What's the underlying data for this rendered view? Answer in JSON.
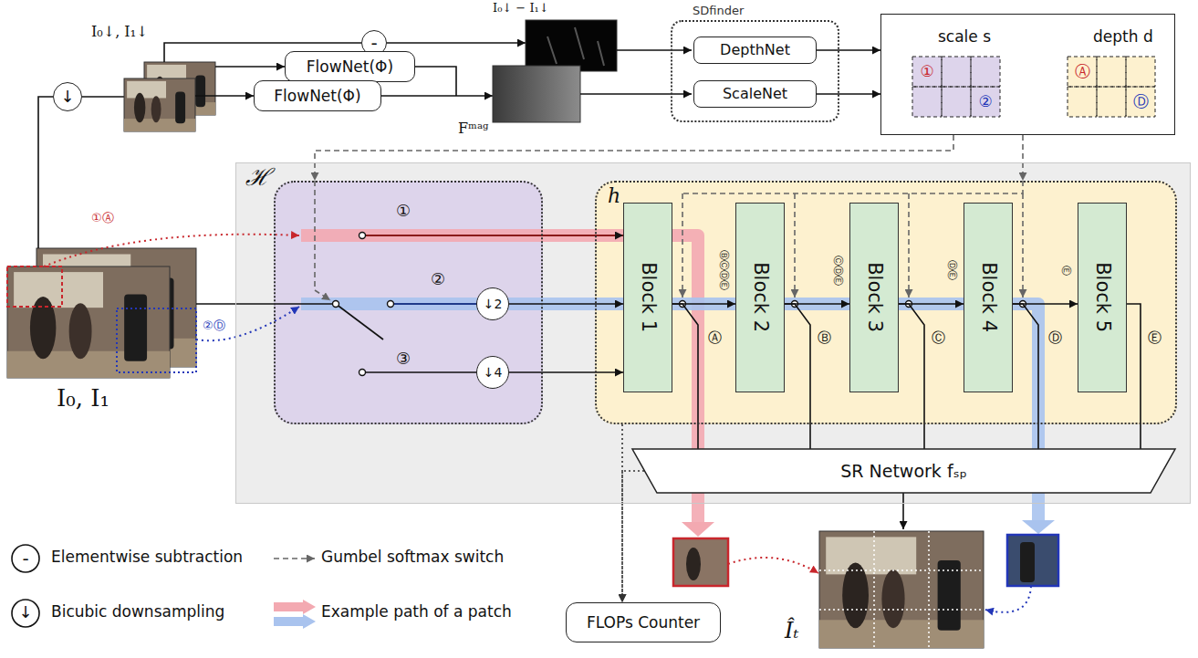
{
  "diagram": {
    "nodes": [
      {
        "text": [
          "↓"
        ]
      },
      {
        "text": [
          "-"
        ]
      },
      {
        "text": [
          "FlowNet(Φ)"
        ]
      },
      {
        "text": [
          "FlowNet(Φ)"
        ]
      },
      {
        "text": [
          "SDfinder"
        ]
      },
      {
        "text": [
          "DepthNet"
        ],
        "in": 4
      },
      {
        "text": [
          "ScaleNet"
        ],
        "in": 4
      },
      {
        "text": [
          "scale s",
          "depth d"
        ]
      },
      {
        "text": [
          "ℋ"
        ]
      },
      {
        "text": [
          "①",
          "②",
          "③"
        ],
        "in": 8
      },
      {
        "text": [
          "↓2"
        ],
        "in": 9
      },
      {
        "text": [
          "↓4"
        ],
        "in": 9
      },
      {
        "text": [
          "h"
        ],
        "in": 8
      },
      {
        "text": [
          "Block 1"
        ],
        "in": 12
      },
      {
        "text": [
          "Block 2"
        ],
        "in": 12
      },
      {
        "text": [
          "Block 3"
        ],
        "in": 12
      },
      {
        "text": [
          "Block 4"
        ],
        "in": 12
      },
      {
        "text": [
          "Block 5"
        ],
        "in": 12
      },
      {
        "text": [
          "SR Network fₛₚ"
        ],
        "in": 8
      },
      {
        "text": [
          "FLOPs Counter"
        ]
      }
    ],
    "edges": [
      {
        "from": 5,
        "to": 7,
        "arrow": "to"
      },
      {
        "from": 6,
        "to": 7,
        "arrow": "to"
      },
      {
        "from": 10,
        "to": 13,
        "arrow": "to"
      },
      {
        "from": 11,
        "to": 13,
        "arrow": "to"
      },
      {
        "from": 13,
        "to": 14,
        "arrow": "to"
      },
      {
        "from": 14,
        "to": 15,
        "arrow": "to"
      },
      {
        "from": 15,
        "to": 16,
        "arrow": "to"
      },
      {
        "from": 16,
        "to": 17,
        "arrow": "to"
      },
      {
        "from": 13,
        "to": 18,
        "arrow": "none"
      },
      {
        "from": 14,
        "to": 18,
        "arrow": "none"
      },
      {
        "from": 15,
        "to": 18,
        "arrow": "none"
      },
      {
        "from": 16,
        "to": 18,
        "arrow": "none"
      },
      {
        "from": 17,
        "to": 18,
        "arrow": "none"
      },
      {
        "from": 7,
        "to": 9,
        "arrow": "to"
      },
      {
        "from": 7,
        "to": 12,
        "arrow": "to"
      },
      {
        "from": 12,
        "to": 19,
        "arrow": "to"
      },
      {
        "from": 18,
        "to": 19,
        "arrow": "to"
      }
    ],
    "labels": [
      "I₀↓, I₁↓",
      "I₀↓ − I₁↓",
      "Fᵐᵃᵍ",
      "①",
      "②",
      "Ⓐ",
      "Ⓓ",
      "①Ⓐ",
      "②Ⓓ",
      "I₀, I₁",
      "ⒷⒸⒹⒺ",
      "ⒸⒹⒺ",
      "ⒹⒺ",
      "Ⓔ",
      "Ⓐ",
      "Ⓑ",
      "Ⓒ",
      "Ⓓ",
      "Ⓔ",
      "Îₜ",
      "-",
      "↓"
    ],
    "legend": [
      {
        "text": "Elementwise subtraction"
      },
      {
        "text": "Bicubic downsampling"
      },
      {
        "text": "Gumbel softmax switch"
      },
      {
        "text": "Example path of a patch"
      }
    ]
  }
}
